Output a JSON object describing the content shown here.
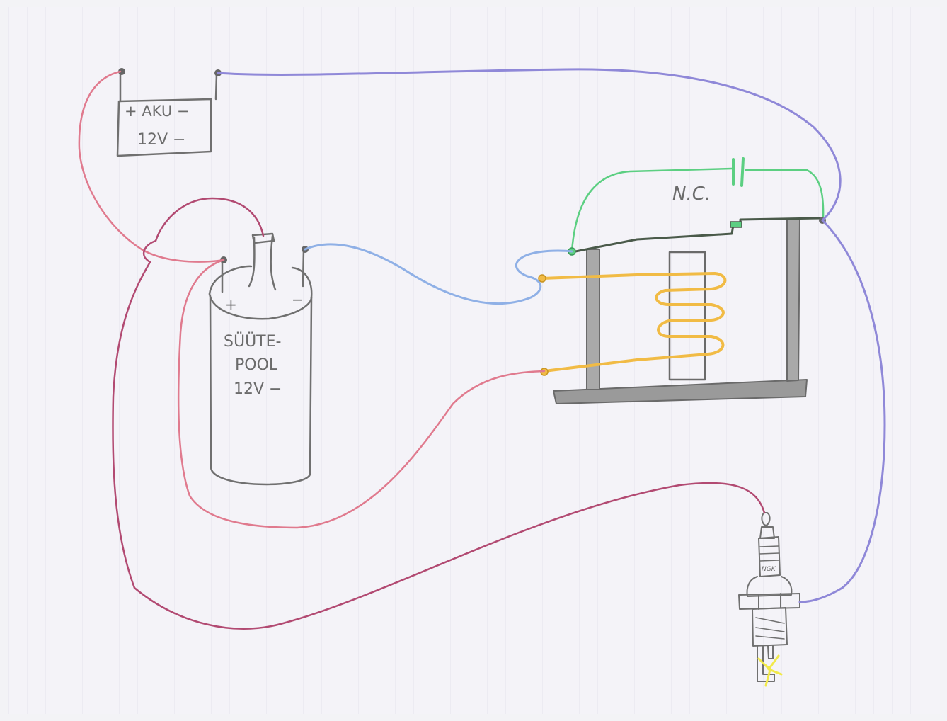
{
  "diagram": {
    "type": "hand-drawn wiring diagram",
    "components": {
      "battery": {
        "line1": "+ AKU −",
        "line2": "12V −"
      },
      "coil": {
        "line1": "SÜÜTE-",
        "line2": "POOL",
        "line3": "12V −",
        "plus": "+",
        "minus": "−"
      },
      "relay": {
        "label": "N.C."
      },
      "spark_plug": {
        "brand": "NGK"
      }
    },
    "wire_colors": {
      "red": "#e07a8e",
      "dark_red": "#b24a72",
      "blue_violet": "#8f88d8",
      "light_blue": "#8fb0e6",
      "green": "#5ccf82",
      "yellow": "#f1bb45",
      "graphite": "#6a6a6a",
      "spark": "#f1e94a"
    }
  }
}
